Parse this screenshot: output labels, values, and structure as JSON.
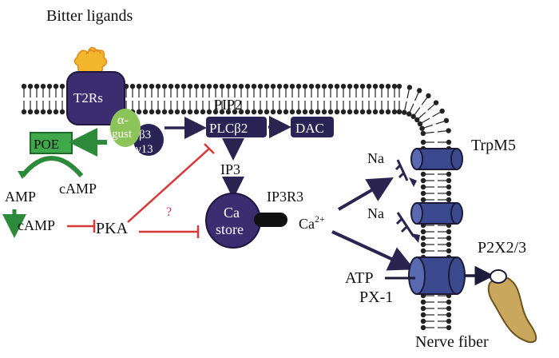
{
  "labels": {
    "bitter_ligands": "Bitter ligands",
    "t2rs": "T2Rs",
    "alpha": "α-",
    "gust": "gust",
    "beta3": "β3",
    "gamma13": "γ13",
    "pip2": "PIP2",
    "plcb2": "PLCβ2",
    "dac": "DAC",
    "ip3": "IP3",
    "poe": "POE",
    "camp_top": "cAMP",
    "amp": "AMP",
    "camp_left": "cAMP",
    "pka": "PKA",
    "question": "?",
    "ca": "Ca",
    "store": "store",
    "ip3r3": "IP3R3",
    "ca2": "Ca",
    "ca2_sup": "2+",
    "na_top": "Na",
    "na_mid": "Na",
    "trpm5": "TrpM5",
    "atp": "ATP",
    "px1": "PX-1",
    "p2x": "P2X2/3",
    "nerve": "Nerve fiber"
  },
  "colors": {
    "receptor": "#3c2d70",
    "g_alpha": "#8cc45a",
    "g_beta": "#2a2456",
    "poe_box": "#3ea84a",
    "inhibition": "#d93636",
    "arrow": "#2b2450",
    "membrane": "#222222",
    "ligand": "#f2b52c",
    "nerve": "#c9a75c"
  }
}
